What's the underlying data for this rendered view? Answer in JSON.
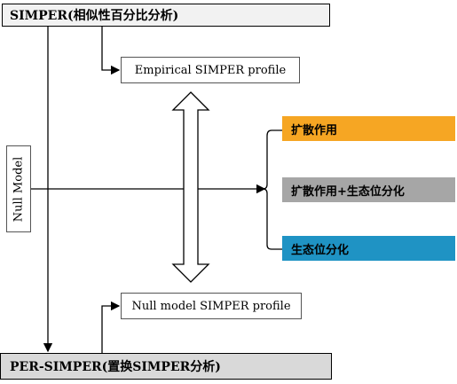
{
  "top_box": {
    "label": "SIMPER(相似性百分比分析)"
  },
  "bottom_box": {
    "label": "PER-SIMPER(置换SIMPER分析)"
  },
  "empirical_profile": {
    "label": "Empirical SIMPER profile"
  },
  "null_profile": {
    "label": "Null model SIMPER profile"
  },
  "null_model": {
    "label": "Null Model"
  },
  "categories": [
    {
      "label": "扩散作用",
      "color": "#f6a623"
    },
    {
      "label": "扩散作用+生态位分化",
      "color": "#a6a6a6"
    },
    {
      "label": "生态位分化",
      "color": "#1f93c4"
    }
  ]
}
